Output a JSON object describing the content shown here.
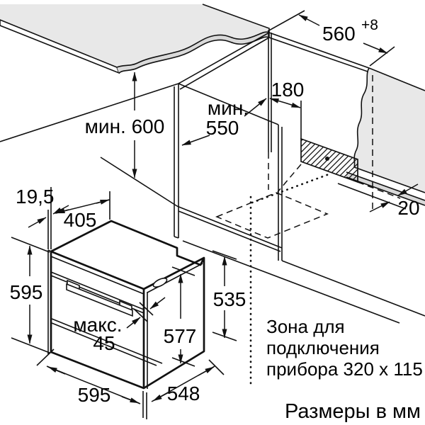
{
  "colors": {
    "line": "#111111",
    "surface_fill": "#e8e8e8",
    "cut_band_fill": "#d9d9d9",
    "background": "#ffffff"
  },
  "niche_dimensions": {
    "height_min_label": "мин. 600",
    "depth_min_word": "мин.",
    "depth_min_value": "550",
    "width_value": "560",
    "width_tolerance": "+8",
    "zone_offset_label": "180",
    "rear_gap_label": "20"
  },
  "oven_dimensions": {
    "door_proud_label": "19,5",
    "top_depth_label": "405",
    "front_height_label": "595",
    "handle_max_word": "макс.",
    "handle_max_value": "45",
    "body_height_label": "577",
    "side_height_label": "535",
    "front_width_label": "595",
    "body_depth_label": "548"
  },
  "annotations": {
    "connection_zone_line1": "Зона для",
    "connection_zone_line2": "подключения",
    "connection_zone_line3": "прибора 320 x 115",
    "units_note": "Размеры в мм"
  }
}
